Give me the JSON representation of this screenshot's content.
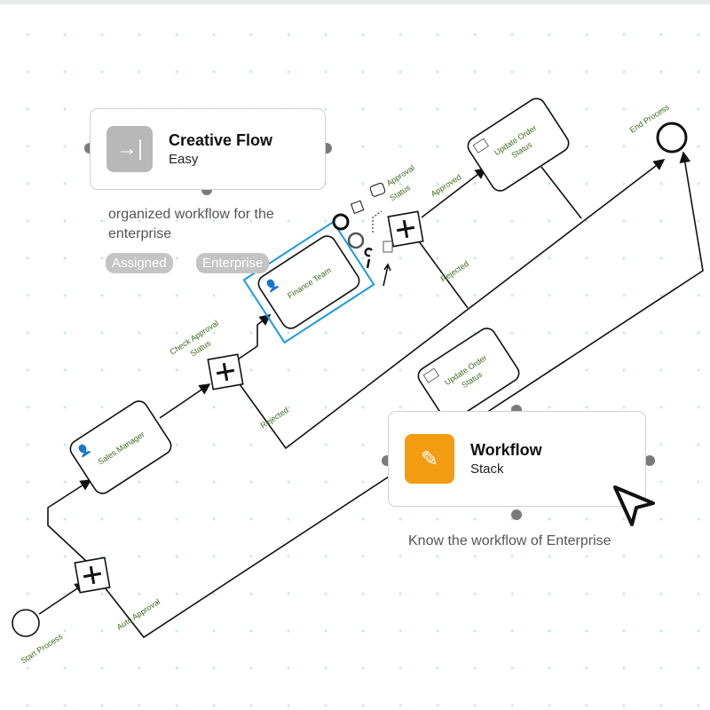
{
  "diagram": {
    "start_label": "Start Process",
    "end_label": "End Process",
    "tasks": {
      "sales": "Sales Manager",
      "finance": "Finance Team",
      "update_top": [
        "Update Order",
        "Status"
      ],
      "update_bottom": [
        "Update Order",
        "Status"
      ]
    },
    "flows": {
      "auto": "Auto Approval",
      "check": [
        "Check Approval",
        "Status"
      ],
      "rejected1": "Rejected",
      "approved": "Approved",
      "rejected2": "Rejected",
      "approval_status": [
        "Approval",
        "Status"
      ]
    }
  },
  "card_creative": {
    "title": "Creative Flow",
    "subtitle": "Easy",
    "icon": "arrow-to-bar-icon",
    "description": "organized workflow for the enterprise",
    "tags": [
      "Assigned",
      "Enterprise"
    ],
    "icon_color": "#b8b8b8"
  },
  "card_workflow": {
    "title": "Workflow",
    "subtitle": "Stack",
    "icon": "pencil-icon",
    "description": "Know the workflow of Enterprise",
    "icon_color": "#f39c12"
  },
  "colors": {
    "selection": "#1a9be0",
    "label": "#3c6a1f"
  }
}
